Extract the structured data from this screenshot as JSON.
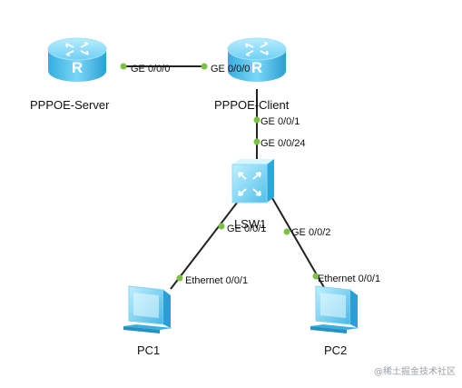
{
  "devices": {
    "server": {
      "name": "PPPOE-Server",
      "icon": "router-icon"
    },
    "client": {
      "name": "PPPOE-Client",
      "icon": "router-icon"
    },
    "switch": {
      "name": "LSW1",
      "icon": "switch-icon"
    },
    "pc1": {
      "name": "PC1",
      "icon": "pc-icon"
    },
    "pc2": {
      "name": "PC2",
      "icon": "pc-icon"
    }
  },
  "links": [
    {
      "from": "PPPOE-Server",
      "from_port": "GE 0/0/0",
      "to": "PPPOE-Client",
      "to_port": "GE 0/0/0"
    },
    {
      "from": "PPPOE-Client",
      "from_port": "GE 0/0/1",
      "to": "LSW1",
      "to_port": "GE 0/0/24"
    },
    {
      "from": "LSW1",
      "from_port": "GE 0/0/1",
      "to": "PC1",
      "to_port": "Ethernet 0/0/1"
    },
    {
      "from": "LSW1",
      "from_port": "GE 0/0/2",
      "to": "PC2",
      "to_port": "Ethernet 0/0/1"
    }
  ],
  "watermark": "@稀土掘金技术社区",
  "colors": {
    "router": "#5fc4ec",
    "switch": "#7fd6f6",
    "pc": "#6ecbf2",
    "port_dot": "#7cc242",
    "link": "#222222"
  }
}
